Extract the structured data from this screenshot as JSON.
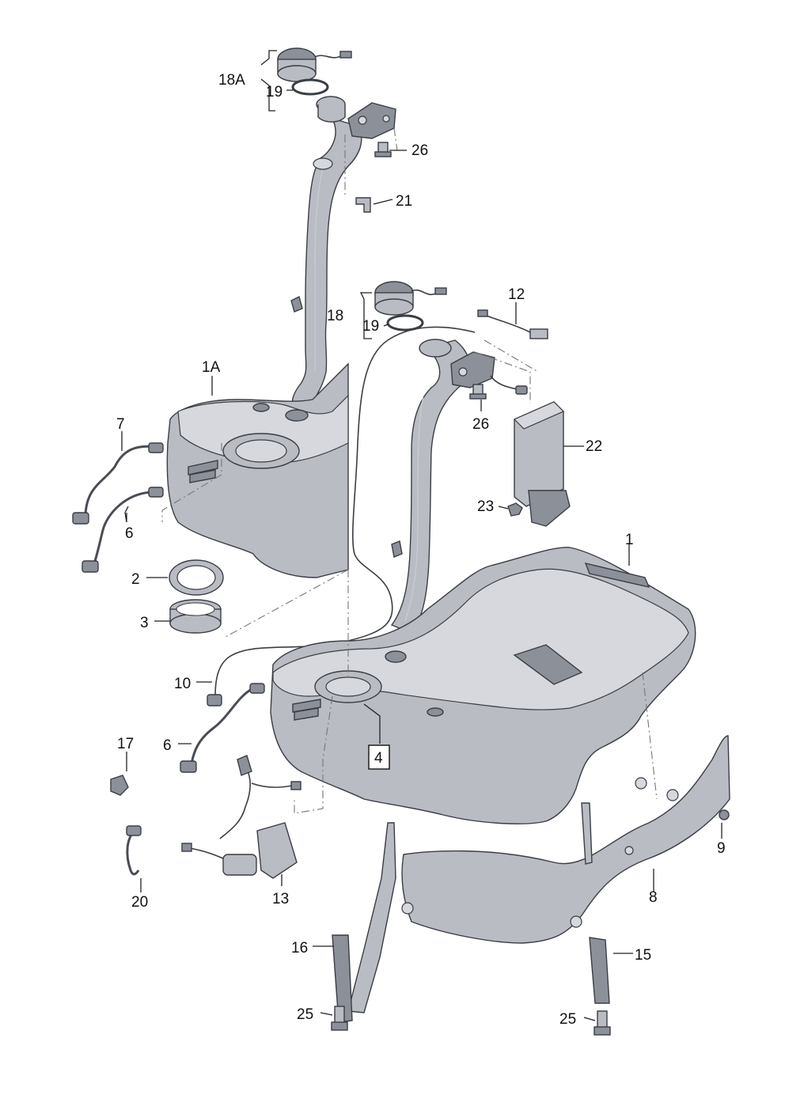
{
  "parts": [
    {
      "id": "p1",
      "label": "1"
    },
    {
      "id": "p1a",
      "label": "1A"
    },
    {
      "id": "p2",
      "label": "2"
    },
    {
      "id": "p3",
      "label": "3"
    },
    {
      "id": "p4",
      "label": "4"
    },
    {
      "id": "p6a",
      "label": "6"
    },
    {
      "id": "p6b",
      "label": "6"
    },
    {
      "id": "p7",
      "label": "7"
    },
    {
      "id": "p8",
      "label": "8"
    },
    {
      "id": "p9",
      "label": "9"
    },
    {
      "id": "p10",
      "label": "10"
    },
    {
      "id": "p12",
      "label": "12"
    },
    {
      "id": "p13",
      "label": "13"
    },
    {
      "id": "p15",
      "label": "15"
    },
    {
      "id": "p16",
      "label": "16"
    },
    {
      "id": "p17",
      "label": "17"
    },
    {
      "id": "p18",
      "label": "18"
    },
    {
      "id": "p18a",
      "label": "18A"
    },
    {
      "id": "p19a",
      "label": "19"
    },
    {
      "id": "p19b",
      "label": "19"
    },
    {
      "id": "p20",
      "label": "20"
    },
    {
      "id": "p21",
      "label": "21"
    },
    {
      "id": "p22",
      "label": "22"
    },
    {
      "id": "p23",
      "label": "23"
    },
    {
      "id": "p25a",
      "label": "25"
    },
    {
      "id": "p25b",
      "label": "25"
    },
    {
      "id": "p26a",
      "label": "26"
    },
    {
      "id": "p26b",
      "label": "26"
    }
  ]
}
